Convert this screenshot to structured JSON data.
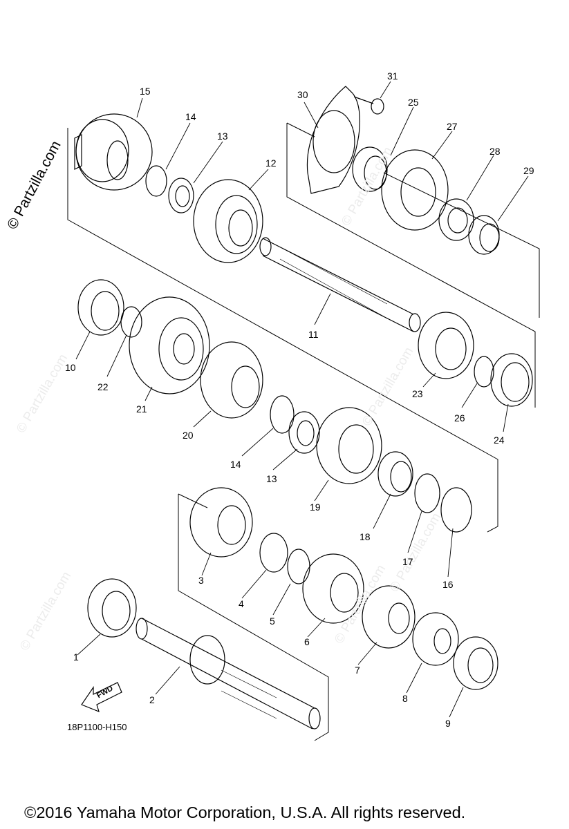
{
  "watermark_side": "© Partzilla.com",
  "watermarks": [
    "© Partzilla.com",
    "© Partzilla.com",
    "© Partzilla.com",
    "© Partzilla.com",
    "© Partzilla.com",
    "© Partzilla.com"
  ],
  "fwd_label": "FWD",
  "part_number": "18P1100-H150",
  "copyright": "©2016  Yamaha Motor Corporation, U.S.A. All rights reserved.",
  "callouts": [
    "1",
    "2",
    "3",
    "4",
    "5",
    "6",
    "7",
    "8",
    "9",
    "10",
    "11",
    "12",
    "13",
    "14",
    "15",
    "16",
    "17",
    "18",
    "19",
    "20",
    "21",
    "22",
    "23",
    "24",
    "25",
    "26",
    "27",
    "28",
    "29",
    "30",
    "31",
    "13",
    "14"
  ]
}
